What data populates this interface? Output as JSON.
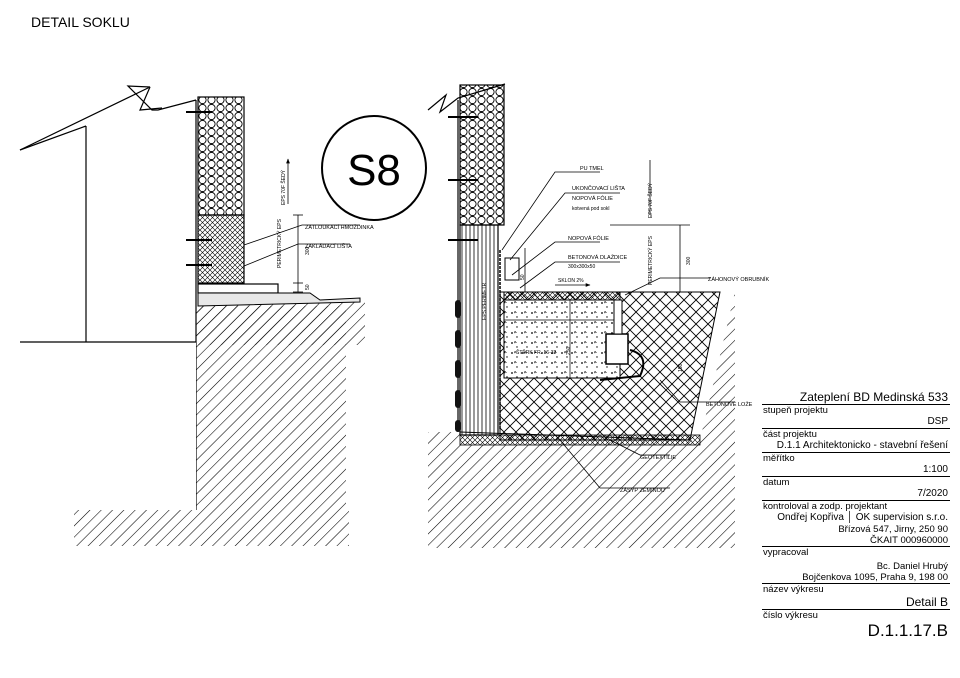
{
  "page_title": "DETAIL SOKLU",
  "badge": "S8",
  "labels": {
    "zatloukaci_hmozdinka": "ZATLOUKACÍ HMOŽDINKA",
    "zakladaci_lista": "ZAKLÁDACÍ LIŠTA",
    "eps_70f_left": "EPS 70F ŠEDÝ",
    "perimetricky_eps_left": "PERIMETRICKÝ EPS",
    "dim_left": "300",
    "dim_left_small": "50",
    "pu_tmel": "PU TMEL",
    "ukoncovaci_lista": "UKONČOVACÍ LIŠTA",
    "nopova_folie_1": "NOPOVÁ FÓLIE",
    "nopova_folie_1b": "kotvená pod sokl",
    "nopova_folie_2": "NOPOVÁ FÓLIE",
    "betonova_dlazba": "BETONOVÁ DLAŽDICE",
    "betonova_dlazba_b": "300x300x50",
    "sklon": "SKLON 2%",
    "eps_70f_right": "EPS 70F ŠEDÝ",
    "perimetricky_eps_right": "PERIMETRICKÝ EPS",
    "dim_right": "300",
    "dim_right_small": "50",
    "zahonovy_obrubnik": "ZÁHONOVÝ OBRUBNÍK",
    "eps_perimetr_vertical": "EPS PERIMETR",
    "sterk": "ŠTĚRK FR. 16-32",
    "sterk_dim": "250",
    "betonove_loze": "BETONOVÉ LOŽE",
    "geotextilie": "GEOTEXTILIE",
    "zasyp_zeminou": "ZÁSYP ZEMINOU",
    "dim_150": "150"
  },
  "title_block": {
    "project_name": "Zateplení BD Medinská 533",
    "stage_label": "stupeň projektu",
    "stage_value": "DSP",
    "part_label": "část projektu",
    "part_value": "D.1.1 Architektonicko - stavební řešení",
    "scale_label": "měřítko",
    "scale_value": "1:100",
    "date_label": "datum",
    "date_value": "7/2020",
    "controller_label": "kontroloval a zodp. projektant",
    "controller_line1": "Ondřej Kopřiva │ OK supervision s.r.o.",
    "controller_line2": "Břízová 547, Jirny, 250 90",
    "controller_line3": "ČKAIT 000960000",
    "author_label": "vypracoval",
    "author_line1": "Bc. Daniel Hrubý",
    "author_line2": "Bojčenkova 1095, Praha 9, 198 00",
    "drawing_name_label": "název výkresu",
    "drawing_name_value": "Detail B",
    "drawing_no_label": "číslo výkresu",
    "drawing_no_value": "D.1.1.17.B"
  }
}
